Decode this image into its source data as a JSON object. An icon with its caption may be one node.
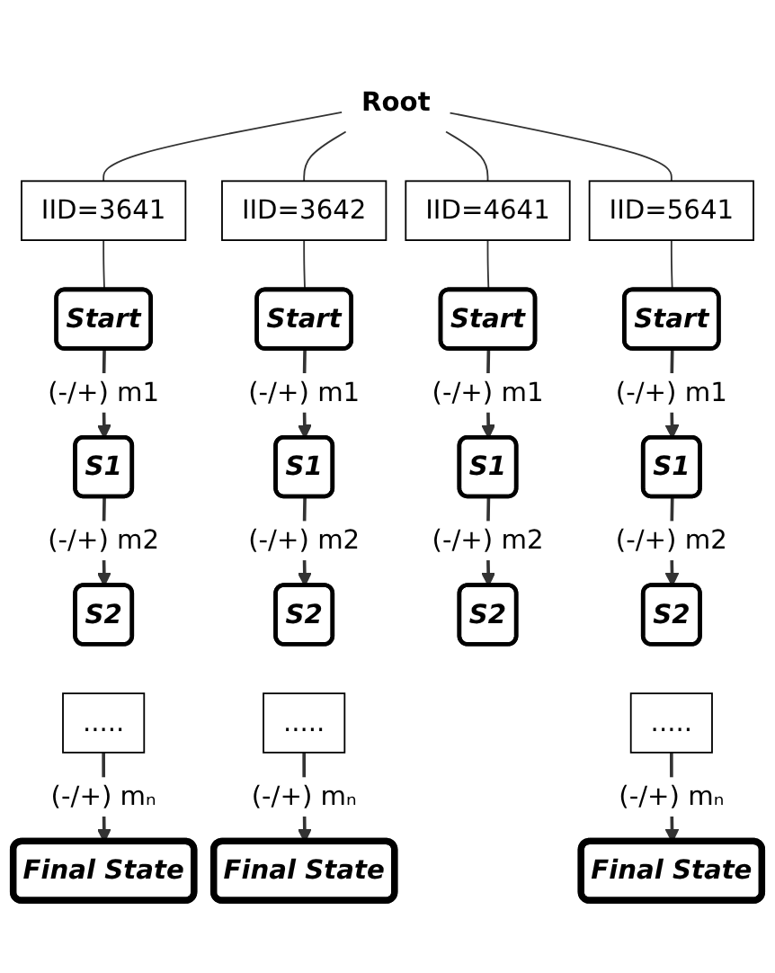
{
  "diagram": {
    "nodes": [
      {
        "text": [
          "Root"
        ]
      },
      {
        "text": [
          "IID=3641"
        ]
      },
      {
        "text": [
          "IID=3642"
        ]
      },
      {
        "text": [
          "IID=4641"
        ]
      },
      {
        "text": [
          "IID=5641"
        ]
      },
      {
        "text": [
          "Start"
        ]
      },
      {
        "text": [
          "Start"
        ]
      },
      {
        "text": [
          "Start"
        ]
      },
      {
        "text": [
          "Start"
        ]
      },
      {
        "text": [
          "S1"
        ]
      },
      {
        "text": [
          "S1"
        ]
      },
      {
        "text": [
          "S1"
        ]
      },
      {
        "text": [
          "S1"
        ]
      },
      {
        "text": [
          "S2"
        ]
      },
      {
        "text": [
          "S2"
        ]
      },
      {
        "text": [
          "S2"
        ]
      },
      {
        "text": [
          "S2"
        ]
      },
      {
        "text": [
          "....."
        ]
      },
      {
        "text": [
          "....."
        ]
      },
      {
        "text": [
          "....."
        ]
      },
      {
        "text": [
          "Final State"
        ]
      },
      {
        "text": [
          "Final State"
        ]
      },
      {
        "text": [
          "Final State"
        ]
      }
    ],
    "edges": [
      {
        "from": 0,
        "to": 1,
        "arrow": "none"
      },
      {
        "from": 0,
        "to": 2,
        "arrow": "none"
      },
      {
        "from": 0,
        "to": 3,
        "arrow": "none"
      },
      {
        "from": 0,
        "to": 4,
        "arrow": "none"
      },
      {
        "from": 1,
        "to": 5,
        "arrow": "none"
      },
      {
        "from": 2,
        "to": 6,
        "arrow": "none"
      },
      {
        "from": 3,
        "to": 7,
        "arrow": "none"
      },
      {
        "from": 4,
        "to": 8,
        "arrow": "none"
      },
      {
        "from": 5,
        "to": 9,
        "arrow": "to",
        "label": "(-/+) m1"
      },
      {
        "from": 6,
        "to": 10,
        "arrow": "to",
        "label": "(-/+) m1"
      },
      {
        "from": 7,
        "to": 11,
        "arrow": "to",
        "label": "(-/+) m1"
      },
      {
        "from": 8,
        "to": 12,
        "arrow": "to",
        "label": "(-/+) m1"
      },
      {
        "from": 9,
        "to": 13,
        "arrow": "to",
        "label": "(-/+) m2"
      },
      {
        "from": 10,
        "to": 14,
        "arrow": "to",
        "label": "(-/+) m2"
      },
      {
        "from": 11,
        "to": 15,
        "arrow": "to",
        "label": "(-/+) m2"
      },
      {
        "from": 12,
        "to": 16,
        "arrow": "to",
        "label": "(-/+) m2"
      },
      {
        "from": 17,
        "to": 20,
        "arrow": "to",
        "label": "(-/+) mₙ"
      },
      {
        "from": 18,
        "to": 21,
        "arrow": "to",
        "label": "(-/+) mₙ"
      },
      {
        "from": 19,
        "to": 22,
        "arrow": "to",
        "label": "(-/+) mₙ"
      }
    ]
  }
}
